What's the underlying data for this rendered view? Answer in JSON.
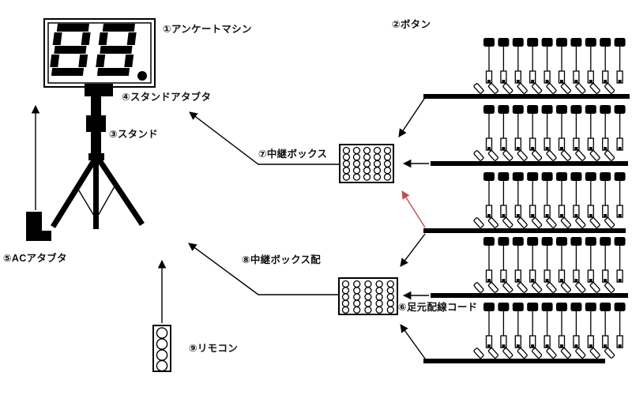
{
  "labels": {
    "machine": "①アンケートマシン",
    "buttons": "②ボタン",
    "stand": "③スタンド",
    "stand_adapter": "④スタンドアタブタ",
    "ac_adapter": "⑤ACアタブタ",
    "floor_cable": "⑥足元配線コード",
    "relay_box": "⑦中継ボックス",
    "relay_box_wiring": "⑧中継ボックス配",
    "remote": "⑨リモコン"
  },
  "display": {
    "value": "88",
    "digits": [
      "8",
      "8"
    ],
    "decimal_dot": true
  },
  "relay_boxes": {
    "count": 2,
    "grid_rows": 5,
    "grid_cols": 5
  },
  "button_strips": {
    "count": 5,
    "buttons_per_strip": 10
  },
  "colors": {
    "ink": "#000000",
    "red_arrow": "#c0504d",
    "background": "#ffffff"
  }
}
